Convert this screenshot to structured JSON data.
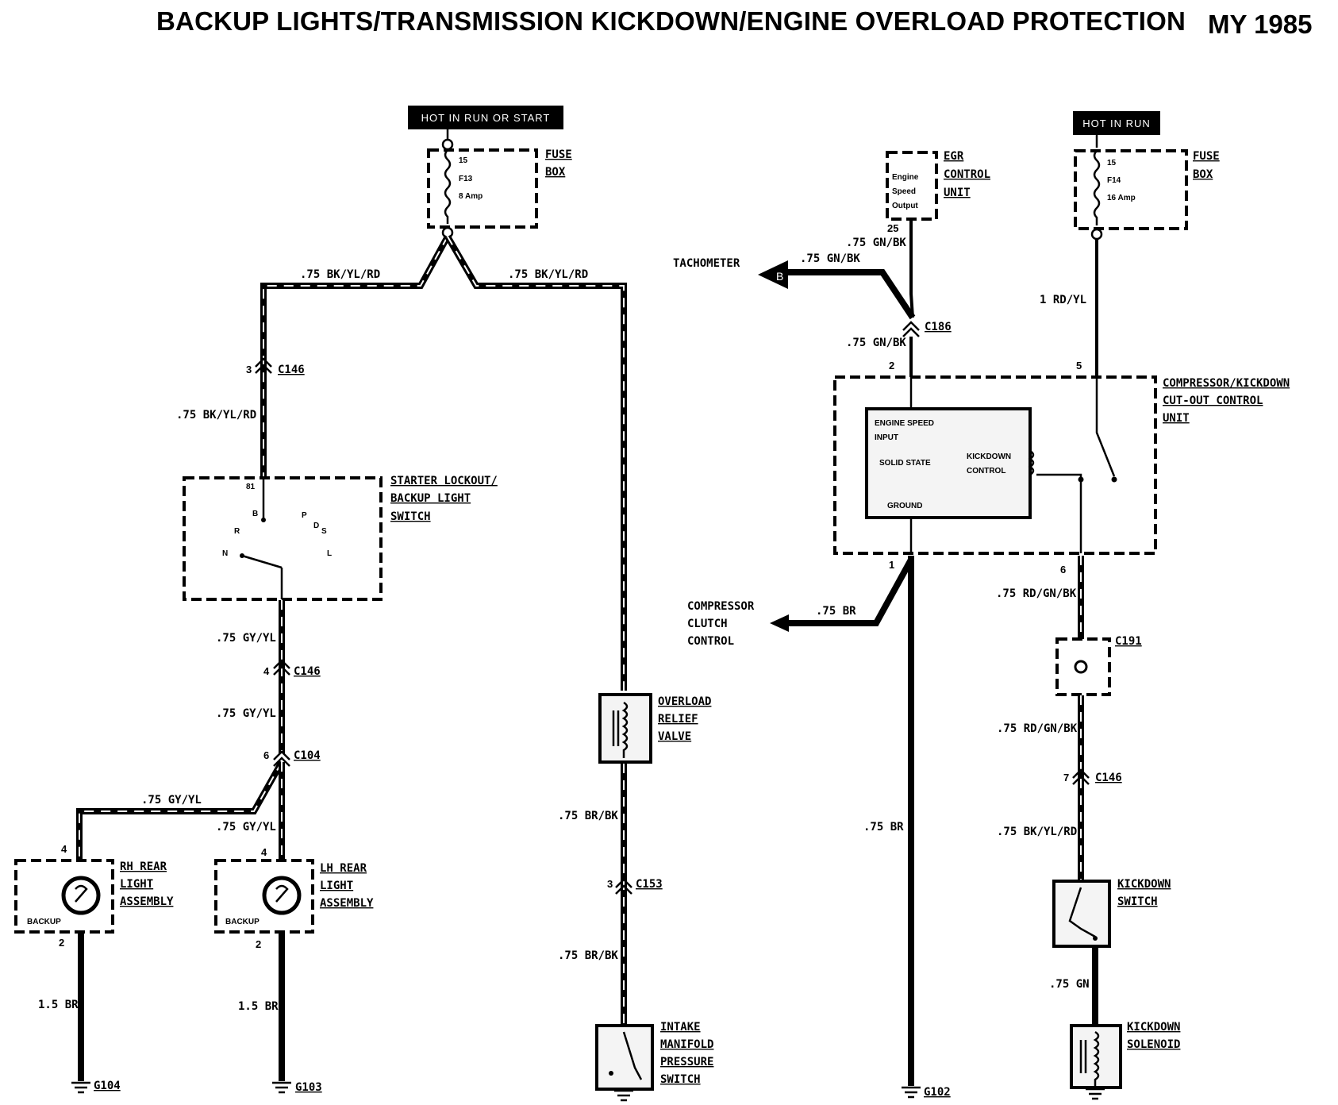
{
  "title": "BACKUP LIGHTS/TRANSMISSION KICKDOWN/ENGINE OVERLOAD PROTECTION",
  "model_year": "MY 1985",
  "power_tags": {
    "run_start": "HOT IN RUN OR START",
    "run": "HOT IN RUN"
  },
  "fuse_box_left": {
    "label_1": "FUSE",
    "label_2": "BOX",
    "pin": "15",
    "fuse": "F13",
    "amps": "8 Amp"
  },
  "fuse_box_right": {
    "label_1": "FUSE",
    "label_2": "BOX",
    "pin": "15",
    "fuse": "F14",
    "amps": "16 Amp"
  },
  "egr_unit": {
    "label_1": "EGR",
    "label_2": "CONTROL",
    "label_3": "UNIT",
    "inner_1": "Engine",
    "inner_2": "Speed",
    "inner_3": "Output",
    "pin": "25"
  },
  "tachometer": {
    "label": "TACHOMETER",
    "connector": "B"
  },
  "starter_switch": {
    "label_1": "STARTER LOCKOUT/",
    "label_2": "BACKUP LIGHT",
    "label_3": "SWITCH",
    "pin_top": "81",
    "positions": [
      "B",
      "P",
      "R",
      "N",
      "D",
      "S",
      "L"
    ]
  },
  "rh_rear_light": {
    "label_1": "RH REAR",
    "label_2": "LIGHT",
    "label_3": "ASSEMBLY",
    "lamp": "BACKUP",
    "pin_top": "4",
    "pin_bottom": "2"
  },
  "lh_rear_light": {
    "label_1": "LH REAR",
    "label_2": "LIGHT",
    "label_3": "ASSEMBLY",
    "lamp": "BACKUP",
    "pin_top": "4",
    "pin_bottom": "2"
  },
  "overload_valve": {
    "label_1": "OVERLOAD",
    "label_2": "RELIEF",
    "label_3": "VALVE"
  },
  "intake_switch": {
    "label_1": "INTAKE",
    "label_2": "MANIFOLD",
    "label_3": "PRESSURE",
    "label_4": "SWITCH"
  },
  "compressor_unit": {
    "label_1": "COMPRESSOR/KICKDOWN",
    "label_2": "CUT-OUT CONTROL",
    "label_3": "UNIT",
    "inner_input": "ENGINE SPEED",
    "inner_input_2": "INPUT",
    "inner_solid": "SOLID STATE",
    "inner_kick": "KICKDOWN",
    "inner_kick_2": "CONTROL",
    "inner_ground": "GROUND",
    "pin_in": "2",
    "pin_pwr": "5",
    "pin_gnd": "1",
    "pin_out": "6"
  },
  "compressor_clutch": {
    "label_1": "COMPRESSOR",
    "label_2": "CLUTCH",
    "label_3": "CONTROL"
  },
  "kickdown_switch": {
    "label_1": "KICKDOWN",
    "label_2": "SWITCH"
  },
  "kickdown_solenoid": {
    "label_1": "KICKDOWN",
    "label_2": "SOLENOID"
  },
  "connectors": {
    "c146_a": "C146",
    "c146_a_pin": "3",
    "c146_b": "C146",
    "c146_b_pin": "4",
    "c104": "C104",
    "c104_pin": "6",
    "c153": "C153",
    "c153_pin": "3",
    "c186": "C186",
    "c191": "C191",
    "c146_c": "C146",
    "c146_c_pin": "7"
  },
  "grounds": {
    "g104": "G104",
    "g103": "G103",
    "g102": "G102"
  },
  "wires": {
    "fuse_left_a": ".75 BK/YL/RD",
    "fuse_left_b": ".75 BK/YL/RD",
    "c146_to_switch": ".75 BK/YL/RD",
    "switch_to_c146": ".75 GY/YL",
    "c146_to_c104": ".75 GY/YL",
    "to_rh": ".75 GY/YL",
    "to_lh": ".75 GY/YL",
    "rh_ground": "1.5 BR",
    "lh_ground": "1.5 BR",
    "valve_to_c153": ".75 BR/BK",
    "c153_to_switch": ".75 BR/BK",
    "egr_out": ".75 GN/BK",
    "tach": ".75 GN/BK",
    "c186_to_unit": ".75 GN/BK",
    "fuse_right": "1 RD/YL",
    "compressor": ".75 BR",
    "unit_ground": ".75 BR",
    "unit_to_c191": ".75 RD/GN/BK",
    "c191_to_c146": ".75 RD/GN/BK",
    "c146_to_kick": ".75 BK/YL/RD",
    "kick_to_sol": ".75 GN"
  }
}
